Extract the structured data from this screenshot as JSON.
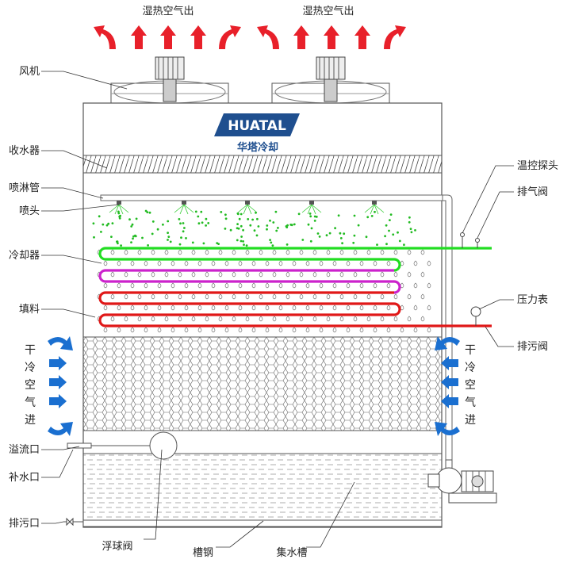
{
  "top_labels": {
    "left": "湿热空气出",
    "right": "湿热空气出"
  },
  "brand": {
    "logo_text": "HUATAL",
    "company": "华塔冷却"
  },
  "left_labels": {
    "fan": "风机",
    "drift": "收水器",
    "spray_pipe": "喷淋管",
    "nozzle": "喷头",
    "coil": "冷却器",
    "fill": "填料",
    "overflow": "溢流口",
    "makeup": "补水口",
    "drain": "排污口"
  },
  "right_labels": {
    "temp_probe": "温控探头",
    "vent_valve": "排气阀",
    "gauge": "压力表",
    "blowdown": "排污阀"
  },
  "side_air": {
    "left": "干冷空气进",
    "right": "干冷空气进"
  },
  "bottom_labels": {
    "float_valve": "浮球阀",
    "channel": "槽钢",
    "basin": "集水槽"
  },
  "colors": {
    "hot_arrow": "#e8202a",
    "air_in": "#1a6fd0",
    "coil_green": "#22cc22",
    "coil_magenta": "#cc22cc",
    "coil_red": "#e01818",
    "droplet": "#22bb22",
    "logo": "#1f4f8f"
  }
}
